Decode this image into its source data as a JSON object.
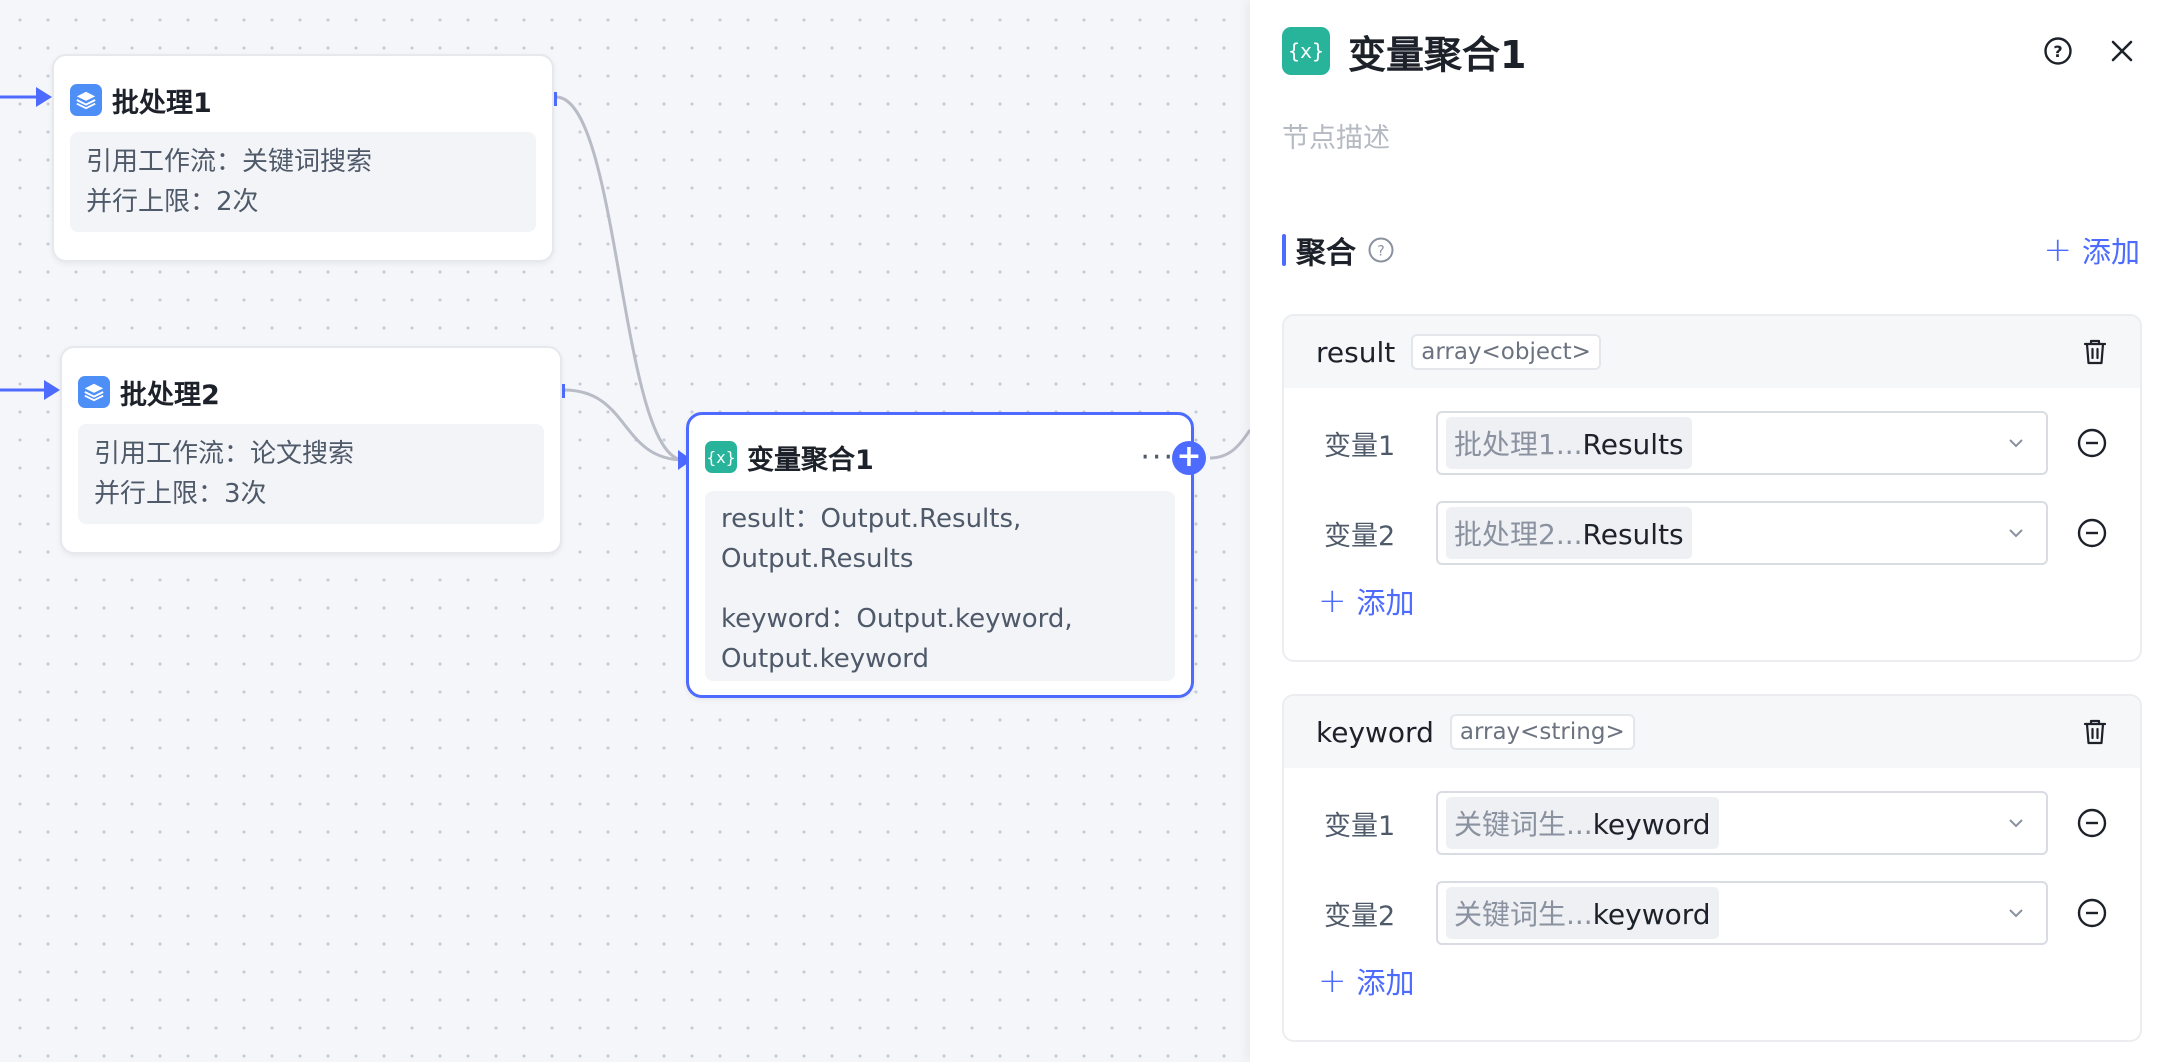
{
  "canvas": {
    "nodes": [
      {
        "title": "批处理1",
        "lines": [
          "引用工作流：关键词搜索",
          "并行上限：2次"
        ]
      },
      {
        "title": "批处理2",
        "lines": [
          "引用工作流：论文搜索",
          "并行上限：3次"
        ]
      }
    ],
    "agg_node": {
      "title": "变量聚合1",
      "more": "···",
      "lines": [
        "result：Output.Results,",
        "Output.Results",
        "keyword：Output.keyword,",
        "Output.keyword"
      ],
      "add_port": "+"
    }
  },
  "panel": {
    "title": "变量聚合1",
    "description_placeholder": "节点描述",
    "section_title": "聚合",
    "add_label": "添加",
    "groups": [
      {
        "name": "result",
        "type": "array<object>",
        "vars": [
          {
            "label": "变量1",
            "prefix": "批处理1...",
            "suffix": "Results"
          },
          {
            "label": "变量2",
            "prefix": "批处理2...",
            "suffix": "Results"
          }
        ],
        "add_label": "添加"
      },
      {
        "name": "keyword",
        "type": "array<string>",
        "vars": [
          {
            "label": "变量1",
            "prefix": "关键词生...",
            "suffix": "keyword"
          },
          {
            "label": "变量2",
            "prefix": "关键词生...",
            "suffix": "keyword"
          }
        ],
        "add_label": "添加"
      }
    ]
  },
  "colors": {
    "accent": "#4d6bfe",
    "agg_icon": "#28b49b",
    "batch_icon": "#4e8ef7",
    "edge": "#b8bcc6"
  }
}
